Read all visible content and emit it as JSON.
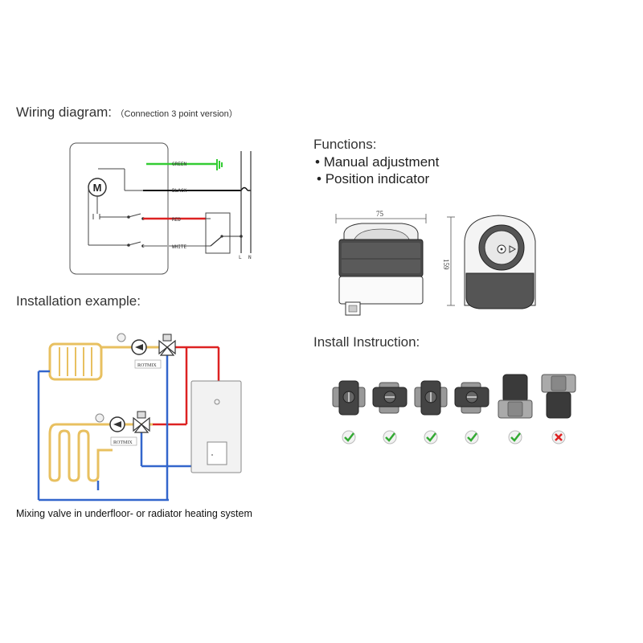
{
  "wiring": {
    "title": "Wiring diagram:",
    "subtitle": "（Connection 3 point version）",
    "motor_label": "M",
    "wires": [
      {
        "label": "GREEN",
        "color": "#33cc33"
      },
      {
        "label": "BLACK",
        "color": "#111111"
      },
      {
        "label": "RED",
        "color": "#dd2222"
      },
      {
        "label": "WHITE",
        "color": "#888888"
      }
    ],
    "terminals": [
      "L",
      "N"
    ]
  },
  "functions": {
    "title": "Functions:",
    "items": [
      "Manual adjustment",
      "Position indicator"
    ],
    "bullet": "•"
  },
  "dimensions": {
    "width": "75",
    "height": "159"
  },
  "installation": {
    "title": "Installation example:",
    "valve_brand": "ROTMIX",
    "caption": "Mixing valve in underfloor- or radiator heating system",
    "pipe_colors": {
      "supply": "#dd2222",
      "return": "#3366cc",
      "emitter": "#e8c060"
    }
  },
  "install_instruction": {
    "title": "Install Instruction:",
    "positions": [
      {
        "ok": true
      },
      {
        "ok": true
      },
      {
        "ok": true
      },
      {
        "ok": true
      },
      {
        "ok": true
      },
      {
        "ok": false
      }
    ],
    "ok_color": "#33aa33",
    "bad_color": "#dd2222"
  }
}
